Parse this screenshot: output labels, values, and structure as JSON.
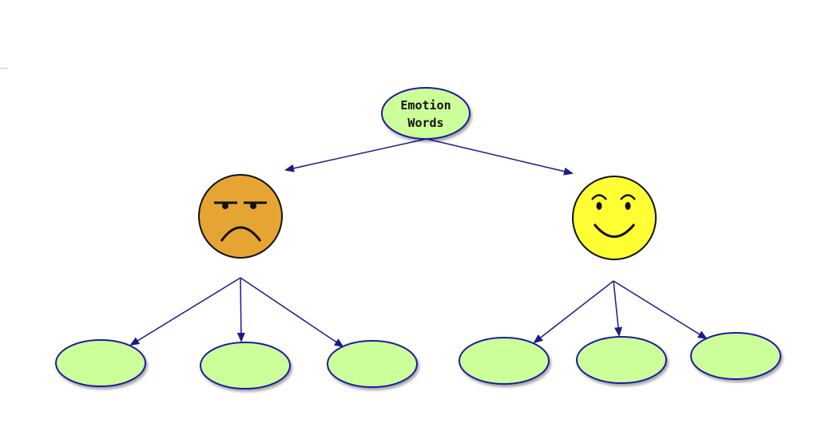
{
  "root": {
    "label_line1": "Emotion",
    "label_line2": "Words"
  },
  "branches": [
    {
      "name": "sad-face",
      "icon": "frowning-face-icon",
      "children": 3
    },
    {
      "name": "happy-face",
      "icon": "smiling-face-icon",
      "children": 3
    }
  ],
  "colors": {
    "node_fill": "#ccff99",
    "node_stroke": "#1a1aa0",
    "arrow": "#1a1a8c",
    "sad_face": "#e6a532",
    "happy_face": "#ffff33"
  }
}
